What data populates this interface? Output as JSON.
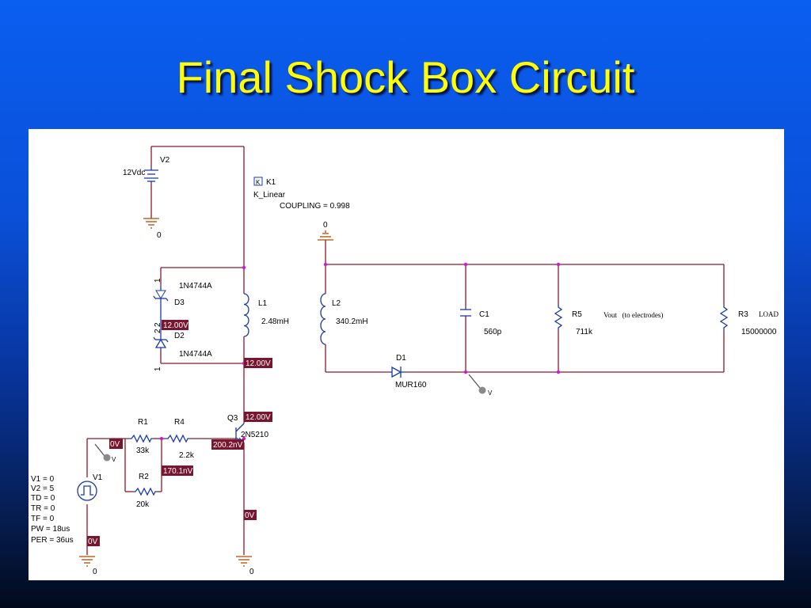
{
  "title": "Final Shock Box Circuit",
  "components": {
    "v2": {
      "name": "V2",
      "value": "12Vdc"
    },
    "k1": {
      "name": "K1",
      "type": "K_Linear",
      "coupling": "COUPLING = 0.998",
      "box": "K"
    },
    "d3": {
      "name": "D3",
      "part": "1N4744A"
    },
    "d2": {
      "name": "D2",
      "part": "1N4744A"
    },
    "l1": {
      "name": "L1",
      "value": "2.48mH"
    },
    "l2": {
      "name": "L2",
      "value": "340.2mH"
    },
    "d1": {
      "name": "D1",
      "part": "MUR160"
    },
    "c1": {
      "name": "C1",
      "value": "560p"
    },
    "r5": {
      "name": "R5",
      "value": "711k"
    },
    "r3": {
      "name": "R3",
      "label": "LOAD",
      "value": "15000000"
    },
    "vout": "Vout   (to electrodes)",
    "q3": {
      "name": "Q3",
      "part": "2N5210"
    },
    "r1": {
      "name": "R1",
      "value": "33k"
    },
    "r4": {
      "name": "R4",
      "value": "2.2k"
    },
    "r2": {
      "name": "R2",
      "value": "20k"
    },
    "v1": {
      "name": "V1",
      "params": [
        "V1 = 0",
        "V2 = 5",
        "TD = 0",
        "TR = 0",
        "TF = 0",
        "PW = 18us",
        "PER = 36us"
      ]
    }
  },
  "pins": {
    "d3_a": "1",
    "d3_b": "2",
    "d2_a": "2",
    "d2_b": "1"
  },
  "grounds": [
    "0",
    "0",
    "0",
    "0"
  ],
  "voltage_tags": {
    "zener_mid": "12.00V",
    "l1_bottom": "12.00V",
    "q3_collector": "12.00V",
    "q3_base": "200.2nV",
    "r2_node": "170.1nV",
    "v1_top": "0V",
    "emitter": "0V",
    "v1_bottom": "0V"
  },
  "probe_label": "V",
  "colors": {
    "background_top": "#0a5ef0",
    "background_bottom": "#020a1c",
    "title": "#ffff00",
    "wire": "#8a1a2a",
    "component": "#1a3aa8",
    "ground": "#b04a00",
    "voltage_tag": "#7a1530",
    "junction": "#d01ad0"
  }
}
